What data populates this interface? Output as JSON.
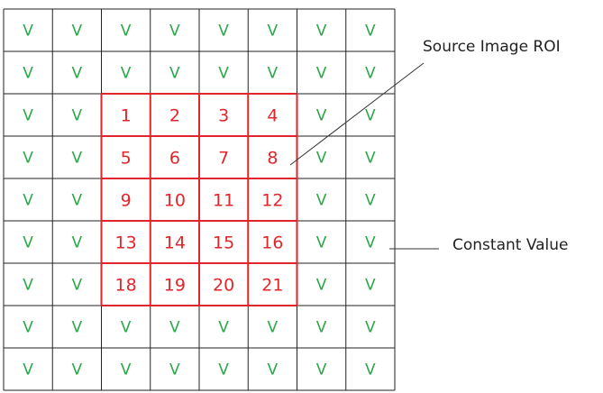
{
  "grid": {
    "rows": [
      [
        "V",
        "V",
        "V",
        "V",
        "V",
        "V",
        "V",
        "V"
      ],
      [
        "V",
        "V",
        "V",
        "V",
        "V",
        "V",
        "V",
        "V"
      ],
      [
        "V",
        "V",
        "1",
        "2",
        "3",
        "4",
        "V",
        "V"
      ],
      [
        "V",
        "V",
        "5",
        "6",
        "7",
        "8",
        "V",
        "V"
      ],
      [
        "V",
        "V",
        "9",
        "10",
        "11",
        "12",
        "V",
        "V"
      ],
      [
        "V",
        "V",
        "13",
        "14",
        "15",
        "16",
        "V",
        "V"
      ],
      [
        "V",
        "V",
        "18",
        "19",
        "20",
        "21",
        "V",
        "V"
      ],
      [
        "V",
        "V",
        "V",
        "V",
        "V",
        "V",
        "V",
        "V"
      ],
      [
        "V",
        "V",
        "V",
        "V",
        "V",
        "V",
        "V",
        "V"
      ]
    ],
    "roi": {
      "row_start": 2,
      "row_end": 6,
      "col_start": 2,
      "col_end": 5
    }
  },
  "labels": {
    "roi": "Source Image ROI",
    "constant": "Constant Value"
  },
  "colors": {
    "constant_text": "#2aa84a",
    "roi_text": "#e0262a",
    "roi_border": "#e0262a",
    "grid_line": "#222222"
  }
}
